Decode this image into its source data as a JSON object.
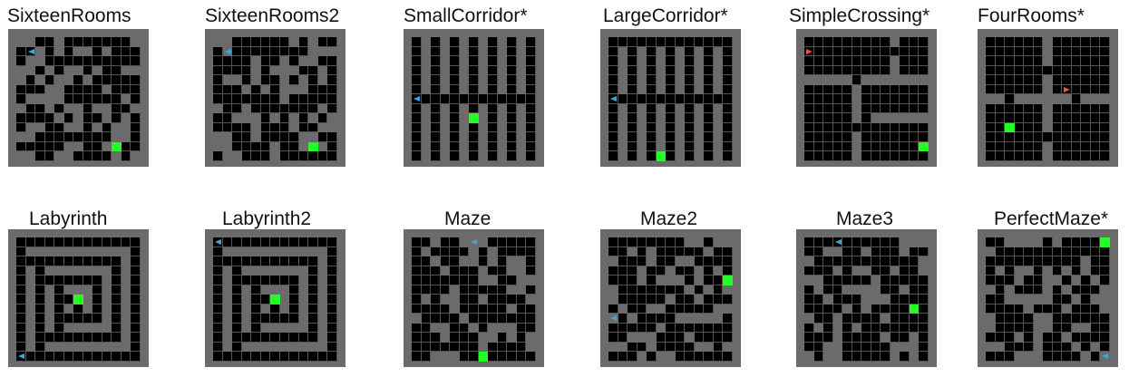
{
  "panels": [
    {
      "title": "SixteenRooms",
      "type": "rooms16a"
    },
    {
      "title": "SixteenRooms2",
      "type": "rooms16b"
    },
    {
      "title": "SmallCorridor*",
      "type": "smallcorr"
    },
    {
      "title": "LargeCorridor*",
      "type": "largecorr"
    },
    {
      "title": "SimpleCrossing*",
      "type": "crossing"
    },
    {
      "title": "FourRooms*",
      "type": "fourrooms"
    },
    {
      "title": "Labyrinth",
      "type": "labyrinth"
    },
    {
      "title": "Labyrinth2",
      "type": "labyrinth2"
    },
    {
      "title": "Maze",
      "type": "maze"
    },
    {
      "title": "Maze2",
      "type": "maze2"
    },
    {
      "title": "Maze3",
      "type": "maze3"
    },
    {
      "title": "PerfectMaze*",
      "type": "perfect"
    }
  ],
  "colors": {
    "wall": "#6b6b6b",
    "floor": "#000000",
    "gridline": "#555555",
    "goal": "#22ff22",
    "agent_blue": "#3ba7e0",
    "agent_red": "#ff4d4d",
    "observed_blue": "#1f3a52",
    "observed_gray": "#8a8a8a"
  }
}
